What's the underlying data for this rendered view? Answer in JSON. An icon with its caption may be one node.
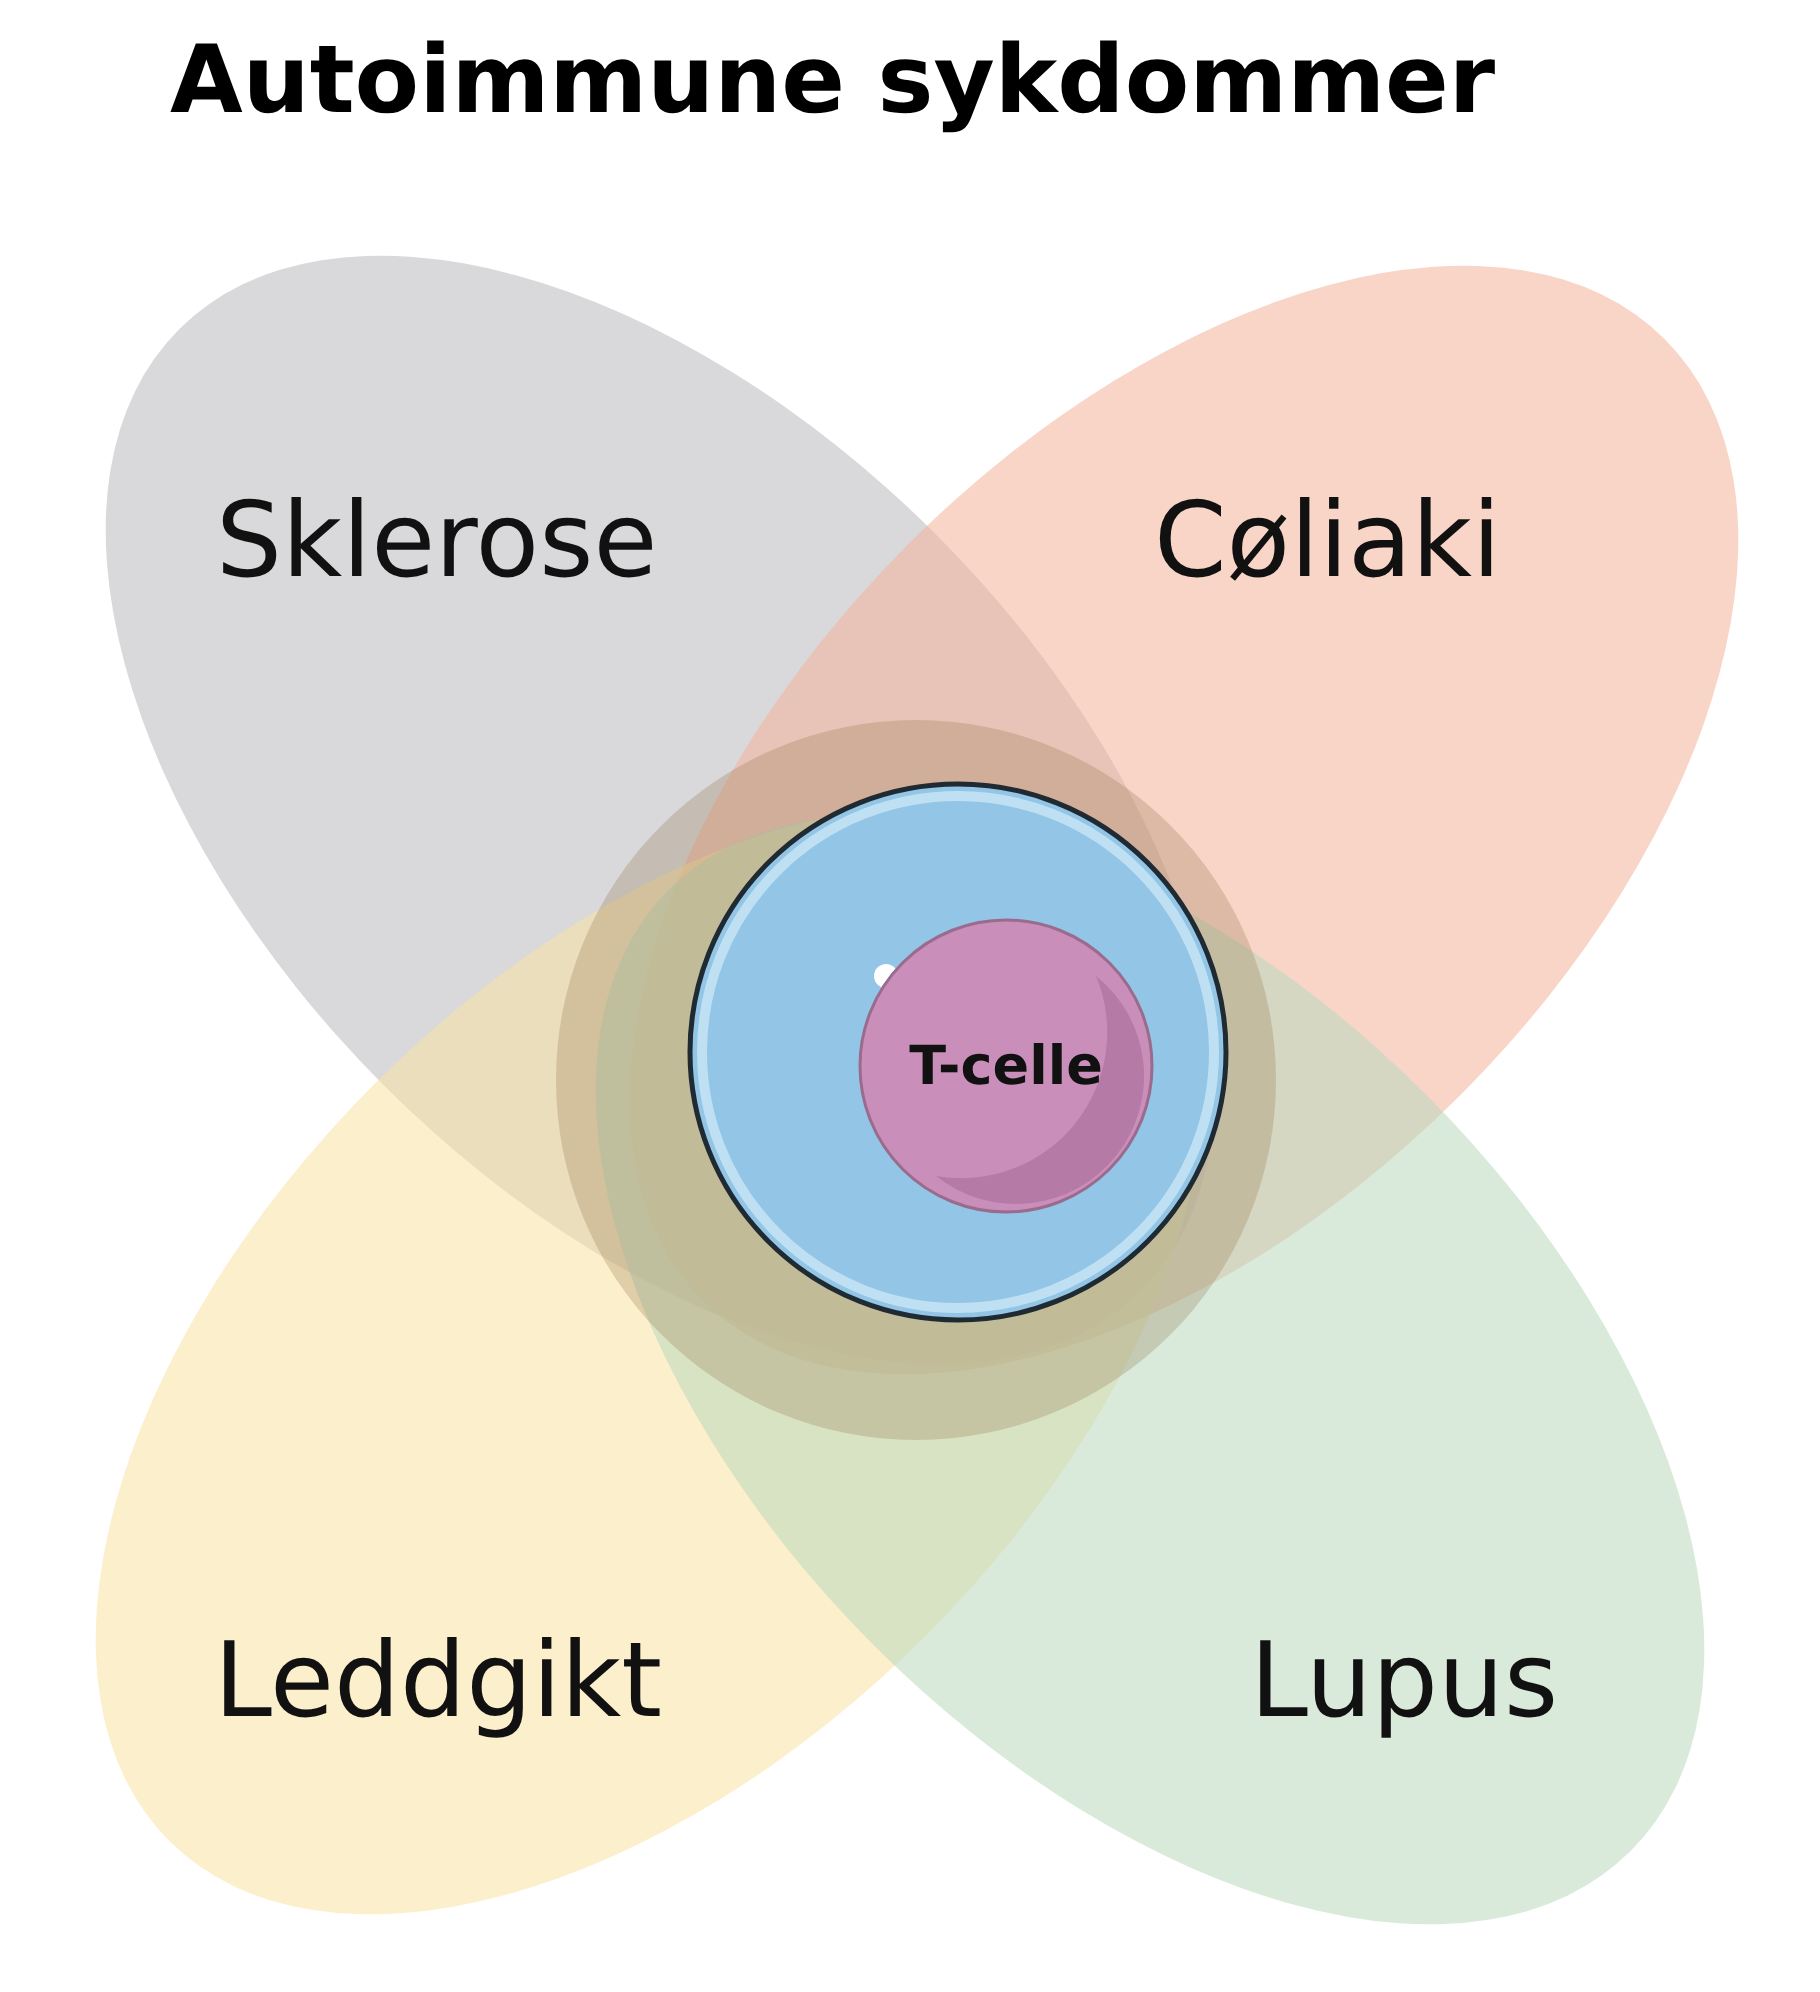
{
  "diagram": {
    "title": "Autoimmune sykdommer",
    "nodes": [
      {
        "text": [
          "Sklerose"
        ]
      },
      {
        "text": [
          "Cøliaki"
        ]
      },
      {
        "text": [
          "Leddgikt"
        ]
      },
      {
        "text": [
          "Lupus"
        ]
      },
      {
        "text": [],
        "shape": "circle"
      },
      {
        "text": [
          "T-celle"
        ],
        "in": 4
      }
    ]
  }
}
